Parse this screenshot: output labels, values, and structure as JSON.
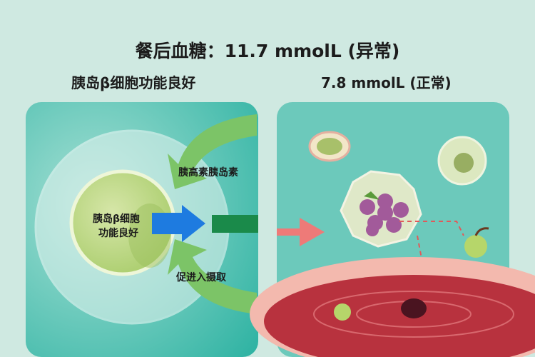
{
  "title": "餐后血糖：11.7 mmolL (异常)",
  "left_panel": {
    "subtitle": "胰岛β细胞功能良好",
    "cell_label_line1": "胰岛β细胞",
    "cell_label_line2": "功能良好",
    "arrow_top_label": "胰高素胰岛素",
    "arrow_bottom_label": "促进入摄取"
  },
  "right_panel": {
    "subtitle": "7.8 mmolL (正常)"
  },
  "colors": {
    "background": "#cfe9e1",
    "left_panel": "#4fbfb0",
    "right_panel": "#6cc9bb",
    "blue_arrow": "#1e7be0",
    "green_bar": "#1a8a4a",
    "pink_arrow": "#ee7a78",
    "blood": "#b8323e"
  }
}
